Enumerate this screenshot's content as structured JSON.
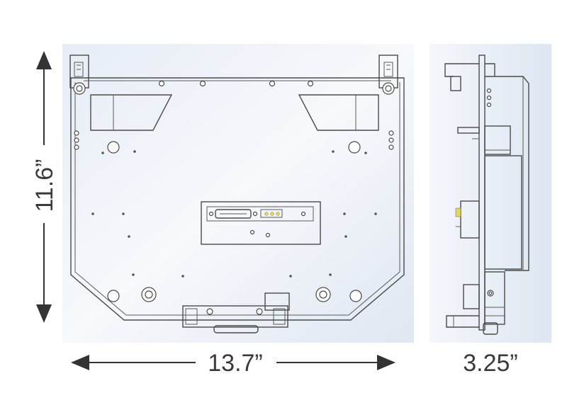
{
  "dimensions": {
    "height": "11.6”",
    "width": "13.7”",
    "depth": "3.25”"
  },
  "colors": {
    "background": "#ffffff",
    "line": "#4a4a4a",
    "panel_shade": "#dde6f3",
    "arrow": "#333333",
    "led_yellow": "#e8d84a"
  }
}
